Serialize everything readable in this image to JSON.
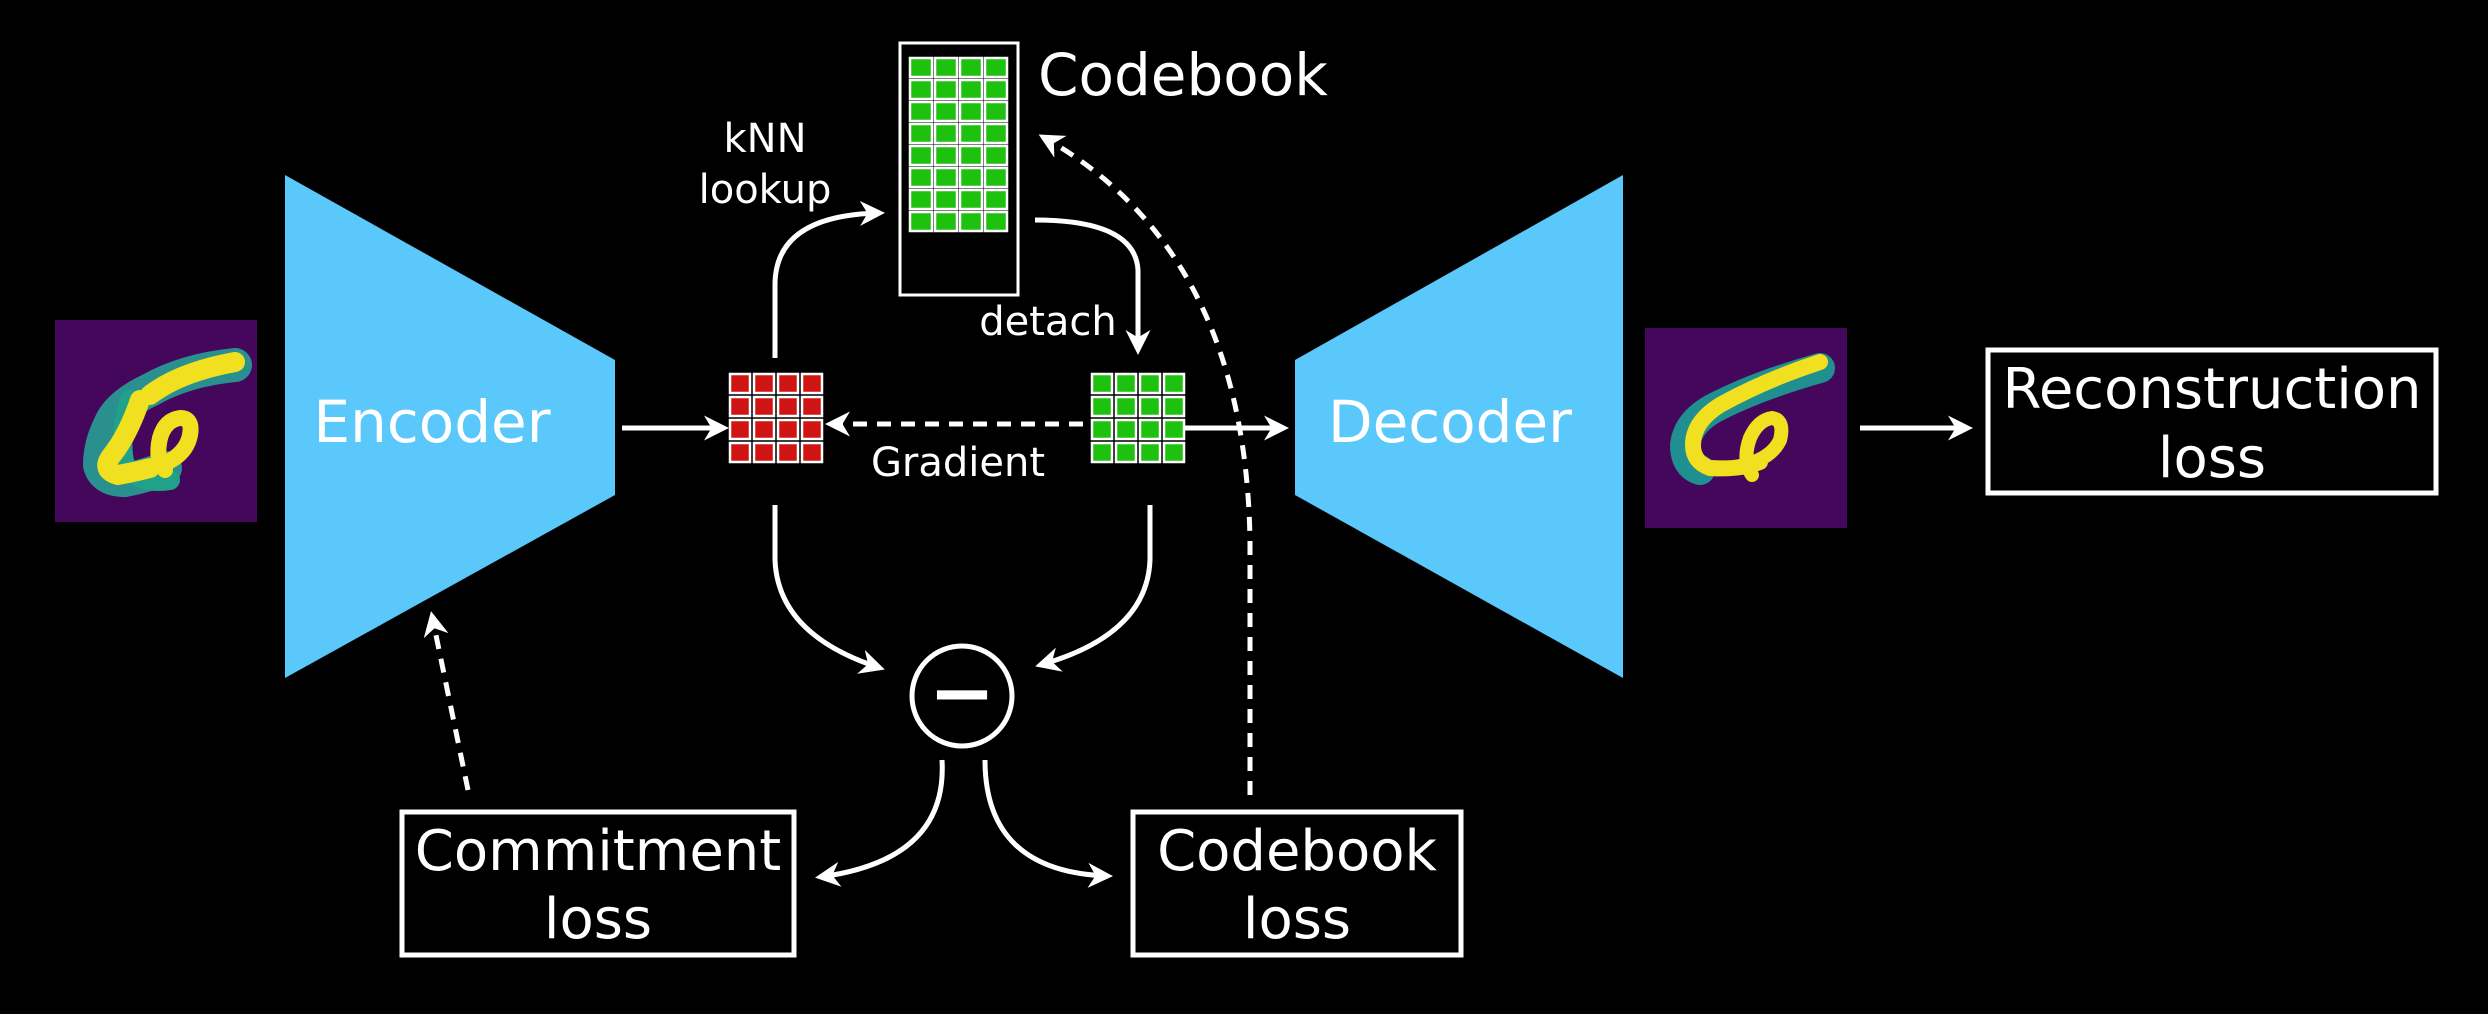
{
  "labels": {
    "codebook_title": "Codebook",
    "knn_line1": "kNN",
    "knn_line2": "lookup",
    "detach": "detach",
    "gradient": "Gradient",
    "encoder": "Encoder",
    "decoder": "Decoder",
    "minus_symbol": "−"
  },
  "boxes": {
    "reconstruction": {
      "line1": "Reconstruction",
      "line2": "loss"
    },
    "commitment": {
      "line1": "Commitment",
      "line2": "loss"
    },
    "codebook": {
      "line1": "Codebook",
      "line2": "loss"
    }
  },
  "images": {
    "input": "MNIST digit 5 input image",
    "output": "MNIST digit 5 reconstructed image"
  },
  "colors": {
    "background": "#000000",
    "trapezoid": "#5ac8fa",
    "codebook_cell": "#1fc10f",
    "encoded_cell": "#d01414",
    "digit_bg": "#44075c",
    "line": "#ffffff"
  }
}
